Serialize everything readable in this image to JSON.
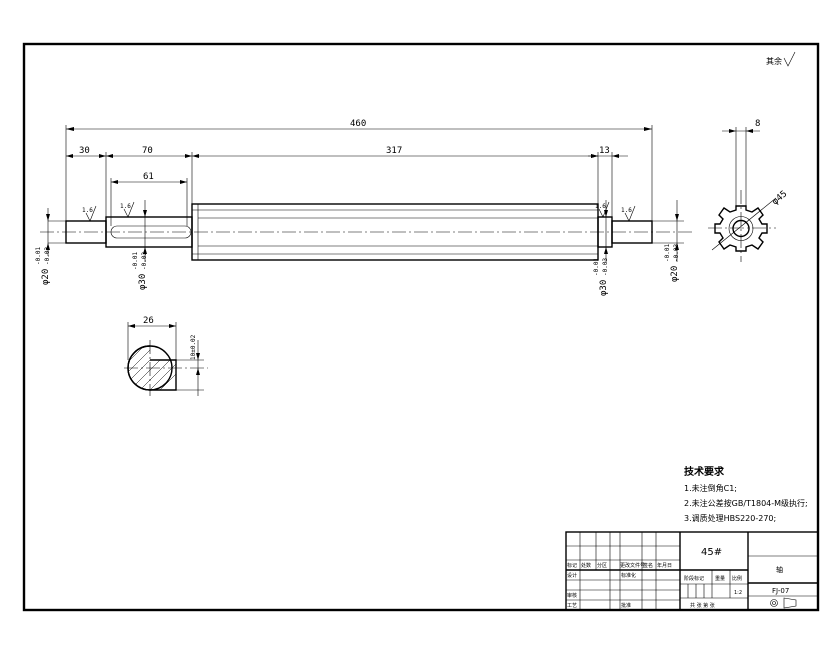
{
  "drawing": {
    "roughness_note": "其余",
    "dimensions": {
      "overall_length": "460",
      "left_journal": "30",
      "left_step": "70",
      "keyway_length": "61",
      "spline_length": "317",
      "right_step": "13",
      "keyway_section_width": "26",
      "keyway_depth": "10±0.02",
      "spline_width": "8",
      "spline_od": "φ45"
    },
    "diameters": {
      "left_journal": {
        "nominal": "φ20",
        "upper": "-0.01",
        "lower": "-0.03"
      },
      "left_step": {
        "nominal": "φ30",
        "upper": "-0.01",
        "lower": "-0.03"
      },
      "right_step": {
        "nominal": "φ30",
        "upper": "-0.01",
        "lower": "-0.03"
      },
      "right_journal": {
        "nominal": "φ20",
        "upper": "-0.01",
        "lower": "-0.03"
      }
    },
    "roughness_marks": [
      "1.6",
      "1.6",
      "1.6",
      "1.6"
    ]
  },
  "tech_requirements": {
    "title": "技术要求",
    "items": [
      "1.未注倒角C1;",
      "2.未注公差按GB/T1804-M级执行;",
      "3.调质处理HBS220-270;"
    ]
  },
  "title_block": {
    "material": "45#",
    "part_name": "轴",
    "drawing_no": "FJ-07",
    "scale": "1:2",
    "header_cells": [
      "标记",
      "处数",
      "分区",
      "更改文件号",
      "签名",
      "年月日"
    ],
    "role_labels": [
      "设计",
      "审核",
      "工艺"
    ],
    "standardize_label": "标准化",
    "approve_label": "批准",
    "stage_label": "阶段标记",
    "weight_label": "重量",
    "scale_label": "比例",
    "sheet_label": "共 张 第 张"
  }
}
